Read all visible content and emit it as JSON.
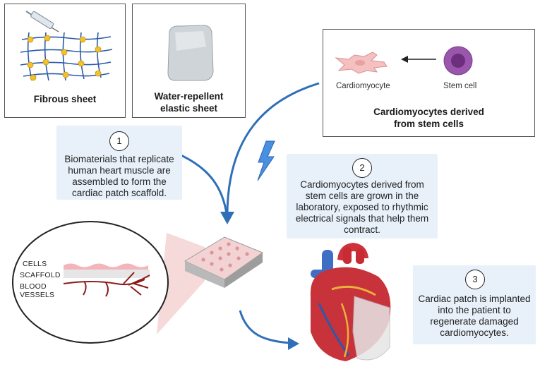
{
  "fibrous_sheet": {
    "label": "Fibrous sheet"
  },
  "elastic_sheet": {
    "label_line1": "Water-repellent",
    "label_line2": "elastic sheet"
  },
  "stem_cell_box": {
    "cardiomyocyte_label": "Cardiomyocyte",
    "stem_cell_label": "Stem cell",
    "title_line1": "Cardiomyocytes derived",
    "title_line2": "from stem cells"
  },
  "steps": [
    {
      "number": "1",
      "lines": [
        "Biomaterials that replicate",
        "human heart muscle are",
        "assembled to form the",
        "cardiac patch scaffold."
      ]
    },
    {
      "number": "2",
      "lines": [
        "Cardiomyocytes derived from",
        "stem cells are grown in the",
        "laboratory, exposed to rhythmic",
        "electrical signals that help them",
        "contract."
      ]
    },
    {
      "number": "3",
      "lines": [
        "Cardiac patch is implanted",
        "into the patient to",
        "regenerate damaged",
        "cardiomyocytes."
      ]
    }
  ],
  "cross_section": {
    "cells": "CELLS",
    "scaffold": "SCAFFOLD",
    "blood_line1": "BLOOD",
    "blood_line2": "VESSELS"
  },
  "colors": {
    "arrow": "#2f6fb8",
    "note_bg": "#e8f1fa",
    "stem_cell": "#8b4a9c",
    "cardiomyocyte": "#f2b8b8",
    "heart_red": "#c8323a"
  }
}
